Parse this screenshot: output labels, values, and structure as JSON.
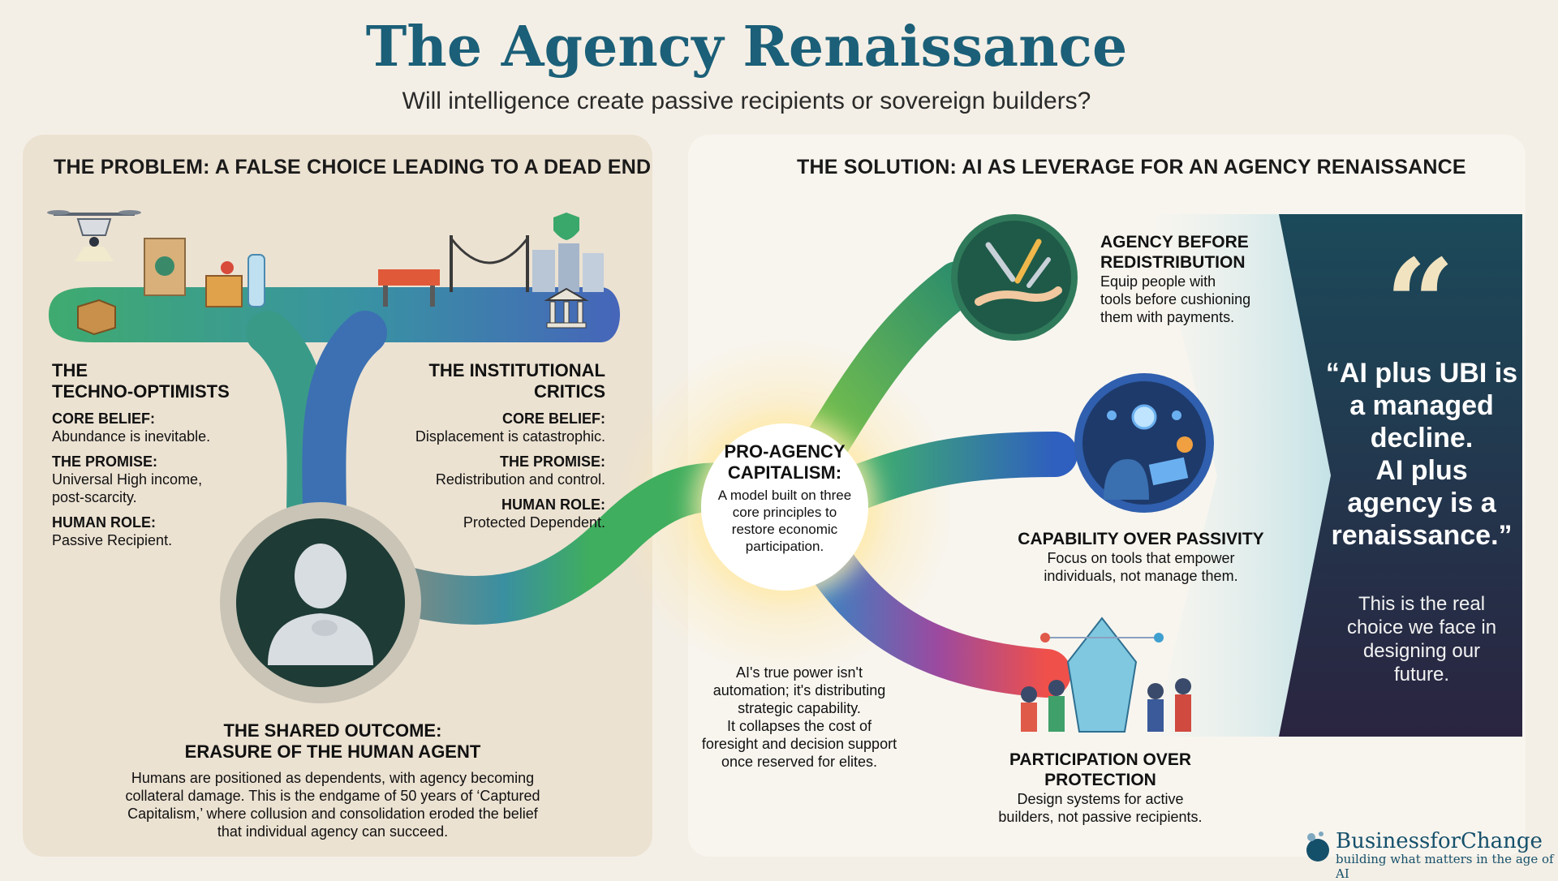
{
  "header": {
    "title": "The Agency Renaissance",
    "subtitle": "Will intelligence create passive recipients or sovereign builders?"
  },
  "problem": {
    "heading": "THE PROBLEM: A FALSE CHOICE LEADING TO A DEAD END",
    "optimists": {
      "title_line1": "THE",
      "title_line2": "TECHNO-OPTIMISTS",
      "belief_label": "CORE BELIEF:",
      "belief": "Abundance is inevitable.",
      "promise_label": "THE PROMISE:",
      "promise_line1": "Universal High income,",
      "promise_line2": "post-scarcity.",
      "role_label": "HUMAN ROLE:",
      "role": "Passive Recipient."
    },
    "critics": {
      "title_line1": "THE INSTITUTIONAL",
      "title_line2": "CRITICS",
      "belief_label": "CORE BELIEF:",
      "belief": "Displacement is catastrophic.",
      "promise_label": "THE PROMISE:",
      "promise": "Redistribution and control.",
      "role_label": "HUMAN ROLE:",
      "role": "Protected Dependent."
    },
    "outcome": {
      "title_line1": "THE SHARED OUTCOME:",
      "title_line2": "ERASURE OF THE HUMAN AGENT",
      "line1": "Humans are positioned as dependents, with agency becoming",
      "line2": "collateral damage. This is the endgame of 50 years of ‘Captured",
      "line3": "Capitalism,’ where collusion and consolidation eroded the belief",
      "line4": "that individual agency can succeed."
    }
  },
  "solution": {
    "heading": "THE SOLUTION: AI AS LEVERAGE FOR AN AGENCY RENAISSANCE",
    "center": {
      "title_line1": "PRO-AGENCY",
      "title_line2": "CAPITALISM:",
      "line1": "A model built on three",
      "line2": "core principles to",
      "line3": "restore economic",
      "line4": "participation."
    },
    "power_note": {
      "line1": "AI's true power isn't",
      "line2": "automation; it's distributing",
      "line3": "strategic capability.",
      "line4": "It collapses the cost of",
      "line5": "foresight and decision support",
      "line6": "once reserved for elites."
    },
    "principles": [
      {
        "title_line1": "AGENCY BEFORE",
        "title_line2": "REDISTRIBUTION",
        "line1": "Equip people with",
        "line2": "tools before cushioning",
        "line3": "them with payments."
      },
      {
        "title_line1": "CAPABILITY OVER PASSIVITY",
        "line1": "Focus on tools that empower",
        "line2": "individuals, not manage them."
      },
      {
        "title_line1": "PARTICIPATION OVER",
        "title_line2": "PROTECTION",
        "line1": "Design systems for active",
        "line2": "builders, not passive recipients."
      }
    ],
    "quote": {
      "mark": "“",
      "line1": "“AI plus UBI is",
      "line2": "a managed",
      "line3": "decline.",
      "line4": "AI plus",
      "line5": "agency is a",
      "line6": "renaissance.”",
      "sub_line1": "This is the real",
      "sub_line2": "choice we face in",
      "sub_line3": "designing our",
      "sub_line4": "future."
    }
  },
  "brand": {
    "name": "BusinessforChange",
    "tagline": "building what matters in the age of AI"
  },
  "colors": {
    "title": "#1b5f78",
    "path_green": "#3fa86a",
    "path_blue": "#3a6fb8",
    "path_red": "#e04a4a",
    "quote_bg": "#1f2b4a"
  }
}
